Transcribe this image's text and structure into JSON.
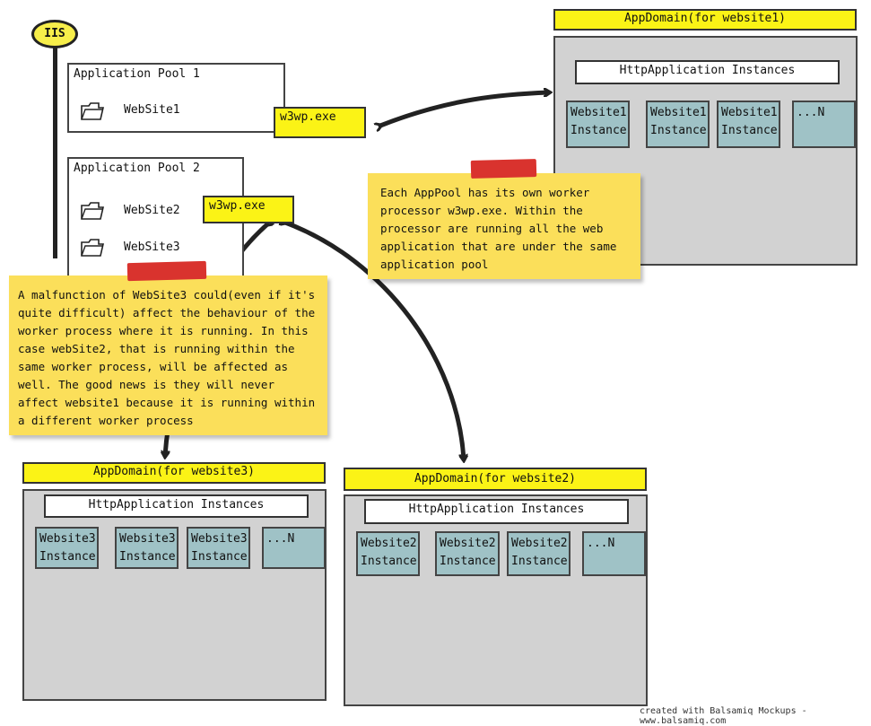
{
  "iis": {
    "label": "IIS"
  },
  "pools": [
    {
      "title": "Application Pool 1",
      "sites": [
        "WebSite1"
      ],
      "worker": "w3wp.exe"
    },
    {
      "title": "Application Pool 2",
      "sites": [
        "WebSite2",
        "WebSite3"
      ],
      "worker": "w3wp.exe"
    }
  ],
  "appdomains": [
    {
      "header": "AppDomain(for website1)",
      "http_label": "HttpApplication Instances",
      "instances": [
        "Website1\nInstance",
        "Website1\nInstance",
        "Website1\nInstance",
        "...N"
      ]
    },
    {
      "header": "AppDomain(for website3)",
      "http_label": "HttpApplication Instances",
      "instances": [
        "Website3\nInstance",
        "Website3\nInstance",
        "Website3\nInstance",
        "...N"
      ]
    },
    {
      "header": "AppDomain(for website2)",
      "http_label": "HttpApplication Instances",
      "instances": [
        "Website2\nInstance",
        "Website2\nInstance",
        "Website2\nInstance",
        "...N"
      ]
    }
  ],
  "notes": {
    "worker_note": "Each AppPool has its own worker processor w3wp.exe. Within the processor are running all the web application that are under the same application pool",
    "malfunction_note": "A malfunction of WebSite3 could(even if it's quite difficult) affect the behaviour of the worker process where it is running. In this case webSite2, that is running within the same worker process, will be affected as well. The good news is they will never affect website1 because it is running within a different worker process"
  },
  "footer": {
    "credit": "created with Balsamiq Mockups - www.balsamiq.com"
  },
  "colors": {
    "header_yellow": "#fbf316",
    "note_yellow": "#fbdf5a",
    "instance_teal": "#9fc2c6",
    "domain_gray": "#d2d2d2",
    "tape_red": "#d9332e"
  }
}
